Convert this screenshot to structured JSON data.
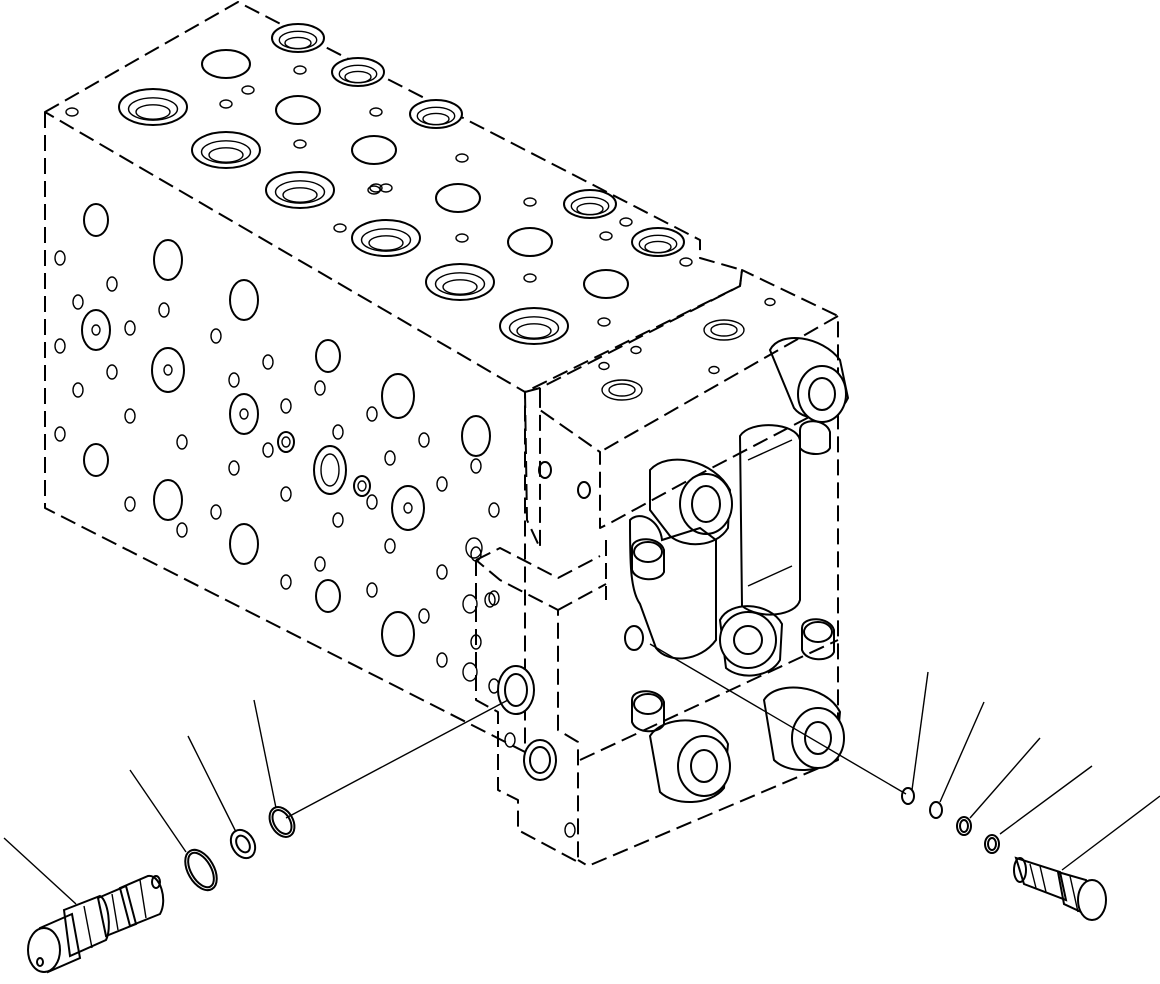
{
  "figure": {
    "subject": "exploded-parts-diagram",
    "colors": {
      "line": "#000000",
      "background": "#ffffff"
    },
    "icons": [
      "valve-body-outline",
      "relief-valve-cartridge",
      "o-ring",
      "backup-ring",
      "plug-screw"
    ]
  }
}
